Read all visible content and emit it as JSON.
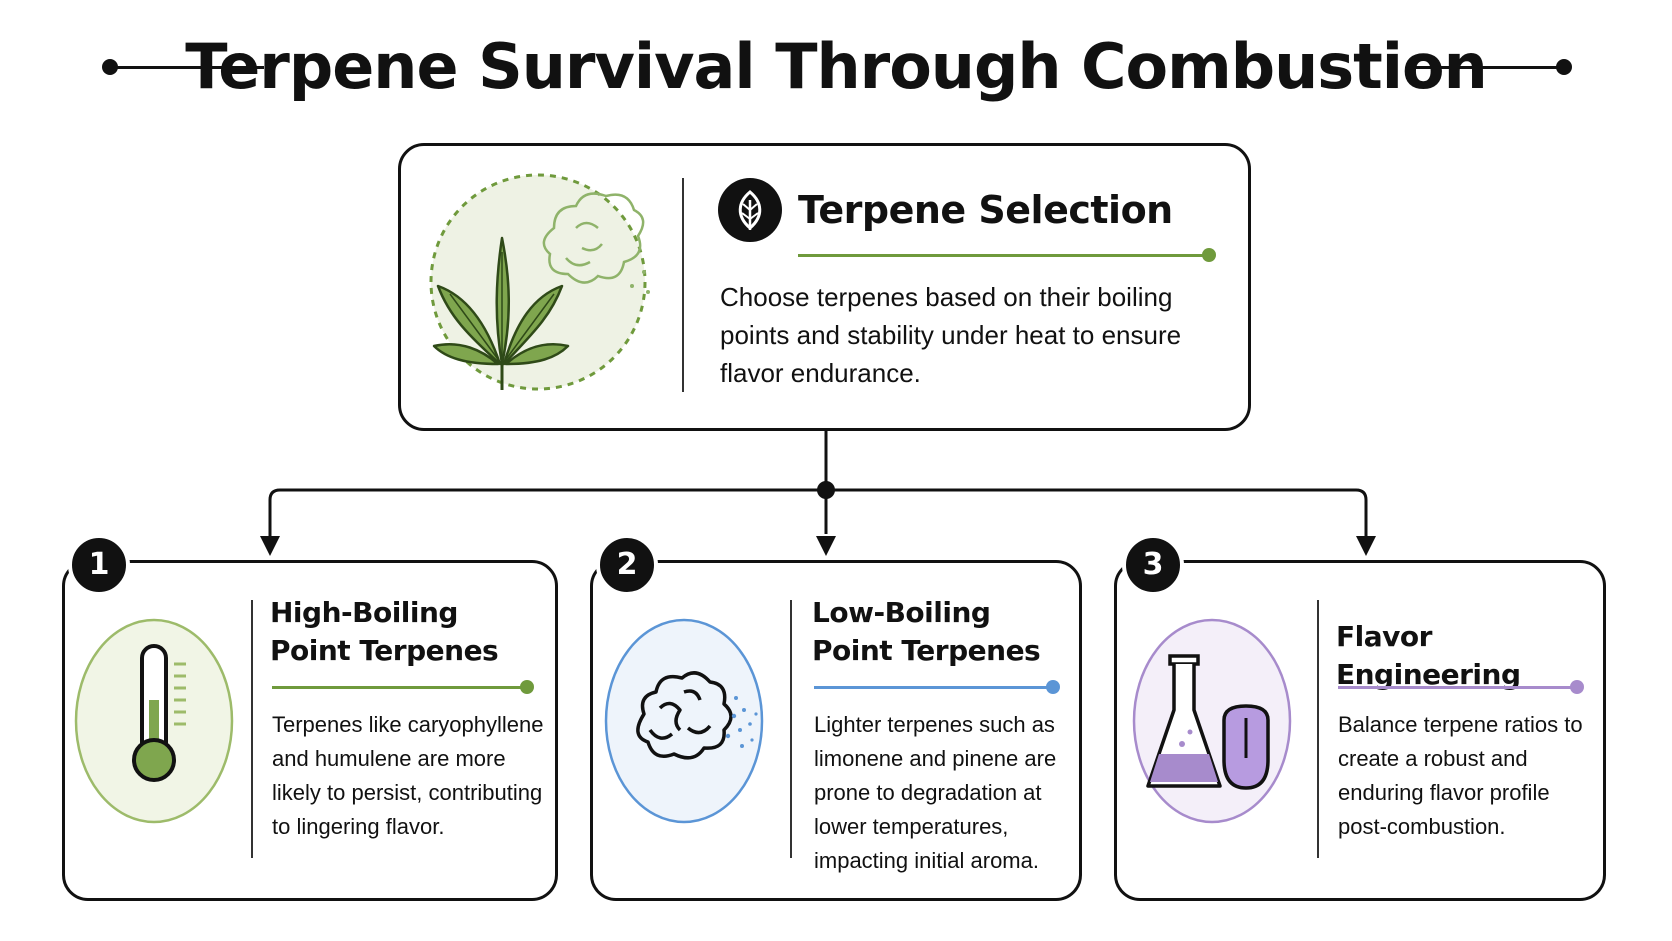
{
  "page": {
    "title": "Terpene Survival Through Combustion"
  },
  "top_card": {
    "title": "Terpene Selection",
    "text": "Choose terpenes based on their boiling points and stability under heat to ensure flavor endurance.",
    "icon": "cannabis-leaf-icon",
    "badge_icon": "leaf-icon",
    "accent": "#6f9a3c"
  },
  "cards": [
    {
      "number": "1",
      "title": "High-Boiling Point Terpenes",
      "text": "Terpenes like caryophyllene and humulene are more likely to persist, contributing to lingering flavor.",
      "icon": "thermometer-icon",
      "accent": "#6f9a3c"
    },
    {
      "number": "2",
      "title": "Low-Boiling Point Terpenes",
      "text": "Lighter terpenes such as limonene and pinene are prone to degradation at lower temperatures, impacting initial aroma.",
      "icon": "vapor-cloud-icon",
      "accent": "#5b95d6"
    },
    {
      "number": "3",
      "title": "Flavor Engineering",
      "text": "Balance terpene ratios to create a robust and enduring flavor profile post-combustion.",
      "icon": "flask-tongue-icon",
      "accent": "#a78bcc"
    }
  ]
}
